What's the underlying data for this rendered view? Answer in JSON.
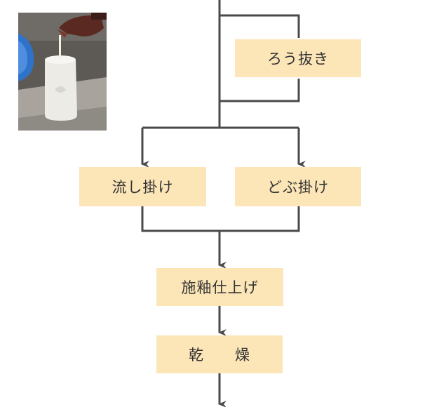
{
  "colors": {
    "box_fill": "#fce5b7",
    "line": "#4a4a4a",
    "text": "#333333"
  },
  "photo": {
    "subject": "pouring slip into a white ceramic cup"
  },
  "steps": {
    "wax_removal": "ろう抜き",
    "pour_glaze": "流し掛け",
    "dip_glaze": "どぶ掛け",
    "finishing": "施釉仕上げ",
    "drying": "乾　　燥"
  }
}
